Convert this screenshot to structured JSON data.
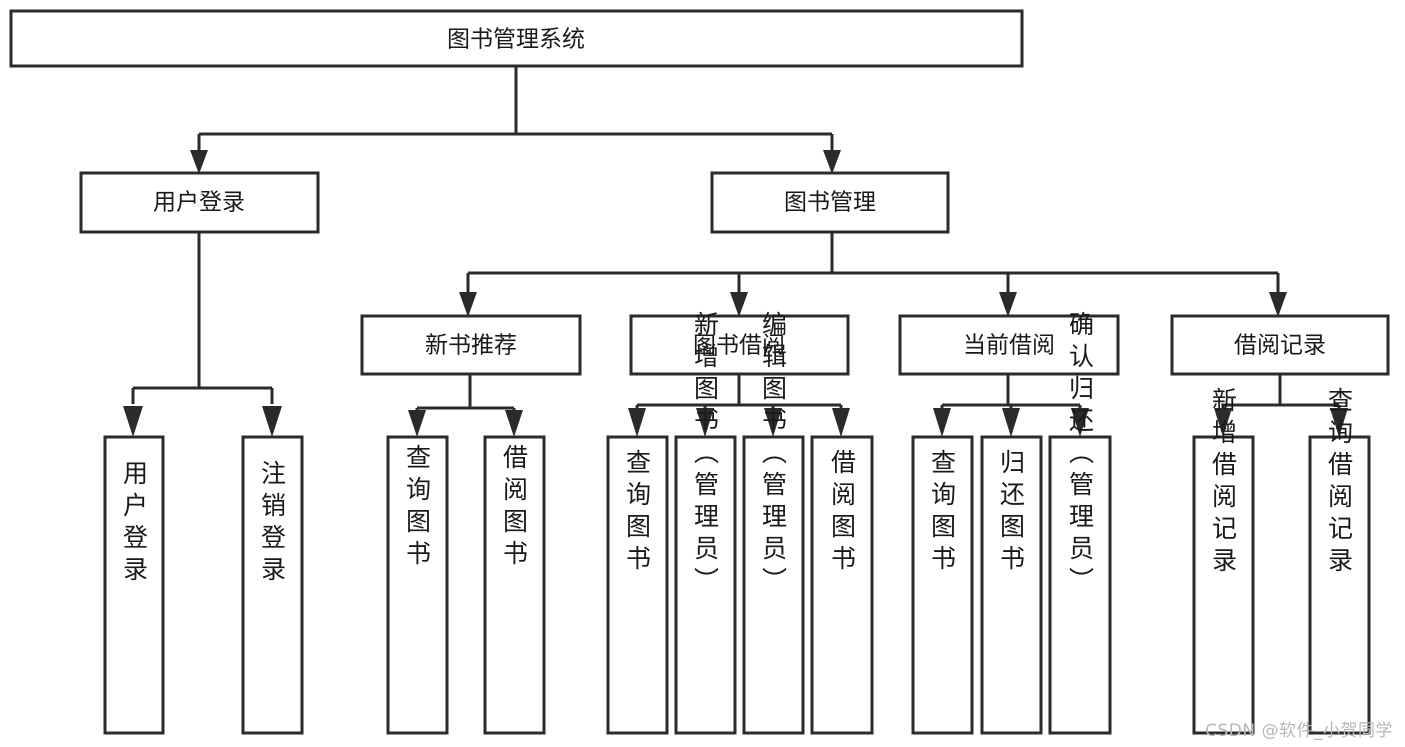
{
  "diagram": {
    "type": "tree-hierarchy",
    "title": "图书管理系统",
    "watermark": "CSDN @软件_小贺同学",
    "colors": {
      "stroke": "#2b2b2b",
      "fill": "#ffffff",
      "text": "#1a1a1a",
      "watermark": "#b8b8b8"
    },
    "root": {
      "label": "图书管理系统"
    },
    "level2": [
      {
        "label": "用户登录"
      },
      {
        "label": "图书管理"
      }
    ],
    "level3": [
      {
        "label": "新书推荐"
      },
      {
        "label": "图书借阅"
      },
      {
        "label": "当前借阅"
      },
      {
        "label": "借阅记录"
      }
    ],
    "leaves": {
      "user_login": [
        {
          "label": "用户登录"
        },
        {
          "label": "注销登录"
        }
      ],
      "new_book_recommend": [
        {
          "label": "查询图书"
        },
        {
          "label": "借阅图书"
        }
      ],
      "book_borrow": [
        {
          "label": "查询图书"
        },
        {
          "label": "新增图书（管理员）"
        },
        {
          "label": "编辑图书（管理员）"
        },
        {
          "label": "借阅图书"
        }
      ],
      "current_borrow": [
        {
          "label": "查询图书"
        },
        {
          "label": "归还图书"
        },
        {
          "label": "确认归还（管理员）"
        }
      ],
      "borrow_record": [
        {
          "label": "新增借阅记录"
        },
        {
          "label": "查询借阅记录"
        }
      ]
    }
  }
}
